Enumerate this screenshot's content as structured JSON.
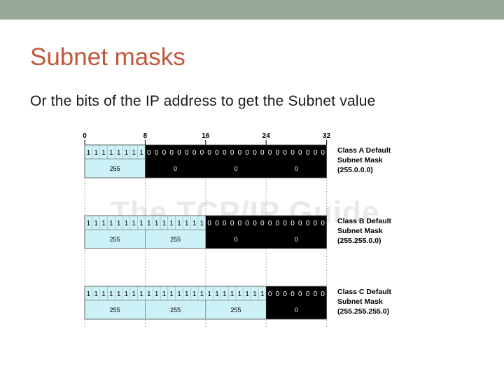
{
  "slide": {
    "title": "Subnet masks",
    "subtitle": "Or the bits of the IP address to get the Subnet value"
  },
  "diagram": {
    "bit_ticks": [
      "0",
      "8",
      "16",
      "24",
      "32"
    ],
    "watermark": "The TCP/IP Guide",
    "masks": [
      {
        "ones": 8,
        "octets": [
          "255",
          "0",
          "0",
          "0"
        ],
        "label": [
          "Class A Default",
          "Subnet Mask",
          "(255.0.0.0)"
        ]
      },
      {
        "ones": 16,
        "octets": [
          "255",
          "255",
          "0",
          "0"
        ],
        "label": [
          "Class B Default",
          "Subnet Mask",
          "(255.255.0.0)"
        ]
      },
      {
        "ones": 24,
        "octets": [
          "255",
          "255",
          "255",
          "0"
        ],
        "label": [
          "Class C Default",
          "Subnet Mask",
          "(255.255.255.0)"
        ]
      }
    ],
    "colors": {
      "ones_fill": "#ccf2f7",
      "zeros_fill": "#000000",
      "ones_text": "#000000",
      "zeros_text": "#ffffff"
    }
  }
}
